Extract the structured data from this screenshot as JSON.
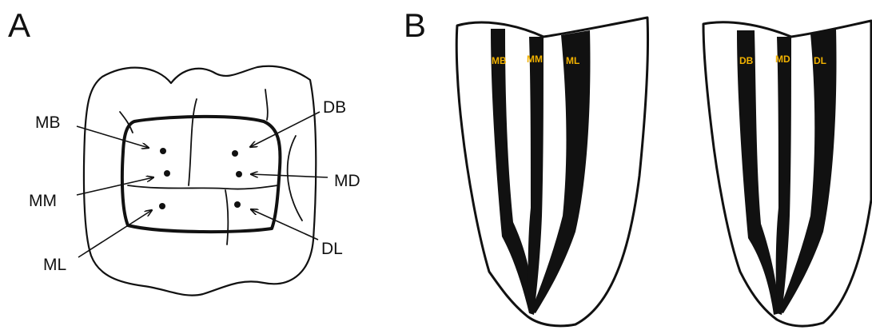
{
  "panels": {
    "a": {
      "letter": "A",
      "labels": {
        "mb": "MB",
        "mm": "MM",
        "ml": "ML",
        "db": "DB",
        "md": "MD",
        "dl": "DL"
      }
    },
    "b": {
      "letter": "B",
      "root_mesial": {
        "left": "MB",
        "middle": "MM",
        "right": "ML"
      },
      "root_distal": {
        "left": "DB",
        "middle": "MD",
        "right": "DL"
      }
    }
  },
  "colors": {
    "ink": "#111111",
    "root_label": "#f2b200",
    "background": "#ffffff"
  }
}
